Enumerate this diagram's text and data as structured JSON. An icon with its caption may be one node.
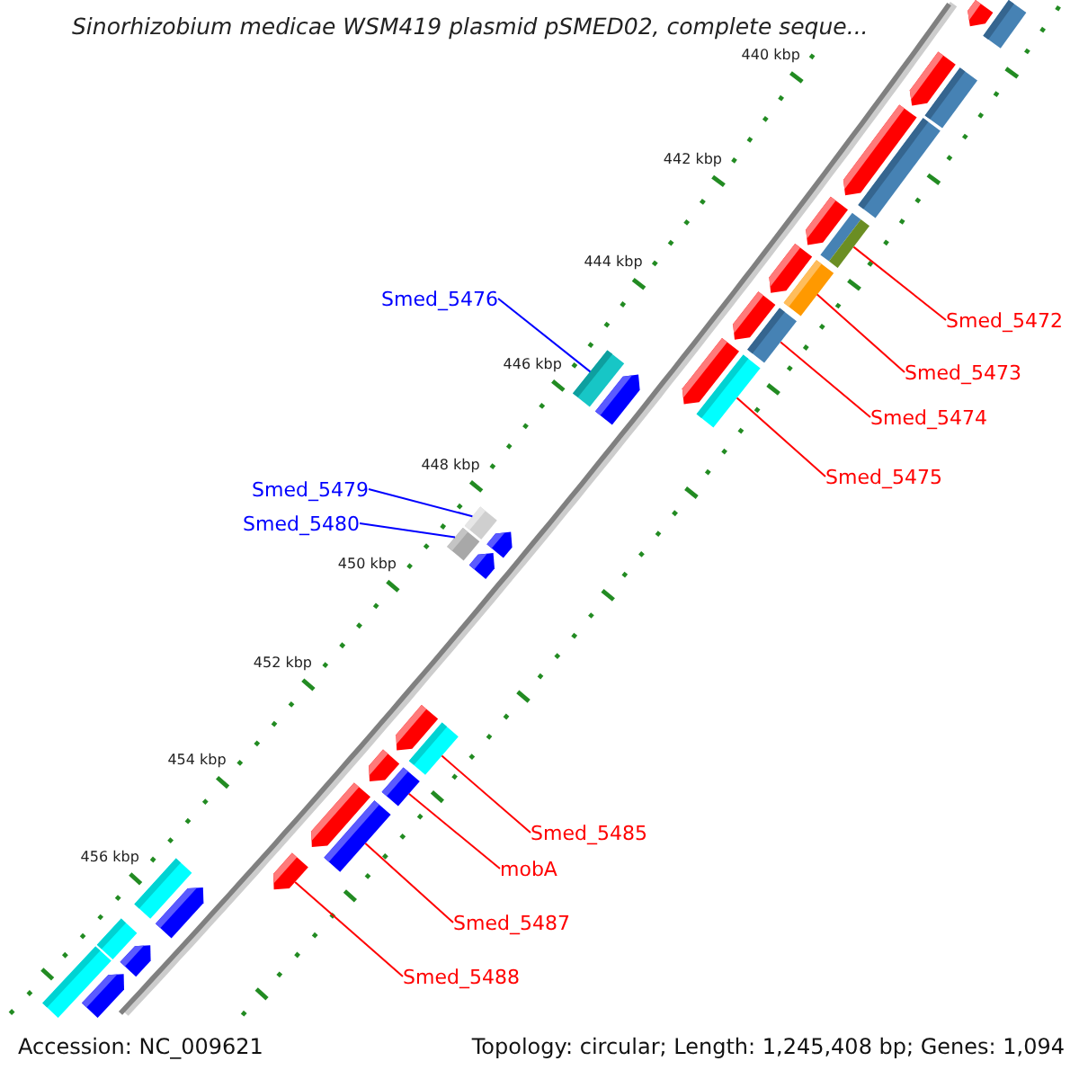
{
  "diagram": {
    "title": "Sinorhizobium medicae WSM419 plasmid pSMED02, complete seque...",
    "nodes": [
      {
        "text": [
          "Smed_5476"
        ]
      },
      {
        "text": [
          "Smed_5472"
        ]
      },
      {
        "text": [
          "Smed_5473"
        ]
      },
      {
        "text": [
          "Smed_5474"
        ]
      },
      {
        "text": [
          "Smed_5479"
        ]
      },
      {
        "text": [
          "Smed_5480"
        ]
      },
      {
        "text": [
          "Smed_5475"
        ]
      },
      {
        "text": [
          "Smed_5485"
        ]
      },
      {
        "text": [
          "mobA"
        ]
      },
      {
        "text": [
          "Smed_5487"
        ]
      },
      {
        "text": [
          "Smed_5488"
        ]
      },
      {
        "text": [],
        "shape": "pentagon"
      },
      {
        "text": [],
        "shape": "bar"
      },
      {
        "text": [],
        "shape": "pentagon"
      },
      {
        "text": [],
        "shape": "bar"
      },
      {
        "text": [],
        "shape": "bar"
      },
      {
        "text": [],
        "shape": "pentagon"
      },
      {
        "text": [],
        "shape": "pentagon"
      },
      {
        "text": [],
        "shape": "bar"
      },
      {
        "text": [],
        "shape": "pentagon"
      },
      {
        "text": [],
        "shape": "bar"
      },
      {
        "text": [],
        "shape": "pentagon"
      },
      {
        "text": [],
        "shape": "bar"
      },
      {
        "text": [],
        "shape": "pentagon"
      },
      {
        "text": [],
        "shape": "bar"
      },
      {
        "text": [],
        "shape": "pentagon"
      },
      {
        "text": [],
        "shape": "bar"
      },
      {
        "text": [],
        "shape": "pentagon"
      },
      {
        "text": [],
        "shape": "bar"
      },
      {
        "text": [],
        "shape": "pentagon"
      },
      {
        "text": [],
        "shape": "bar"
      },
      {
        "text": [],
        "shape": "pentagon"
      },
      {
        "text": [],
        "shape": "bar"
      },
      {
        "text": [],
        "shape": "pentagon"
      },
      {
        "text": [],
        "shape": "bar"
      },
      {
        "text": [],
        "shape": "pentagon"
      },
      {
        "text": [],
        "shape": "bar"
      },
      {
        "text": [],
        "shape": "pentagon"
      },
      {
        "text": [],
        "shape": "bar"
      },
      {
        "text": [],
        "shape": "pentagon"
      },
      {
        "text": [],
        "shape": "bar"
      },
      {
        "text": [],
        "shape": "pentagon"
      },
      {
        "text": [],
        "shape": "bar"
      },
      {
        "text": [],
        "shape": "pentagon"
      }
    ],
    "edges": [
      {
        "from": 0,
        "to": 26,
        "arrow": "none",
        "color": "#0000ff"
      },
      {
        "from": 1,
        "to": 18,
        "arrow": "none"
      },
      {
        "from": 2,
        "to": 20,
        "arrow": "none"
      },
      {
        "from": 3,
        "to": 22,
        "arrow": "none"
      },
      {
        "from": 4,
        "to": 28,
        "arrow": "none",
        "color": "#0000ff"
      },
      {
        "from": 5,
        "to": 30,
        "arrow": "none",
        "color": "#0000ff"
      },
      {
        "from": 6,
        "to": 24,
        "arrow": "none"
      },
      {
        "from": 7,
        "to": 32,
        "arrow": "none"
      },
      {
        "from": 8,
        "to": 34,
        "arrow": "none"
      },
      {
        "from": 9,
        "to": 36,
        "arrow": "none"
      },
      {
        "from": 10,
        "to": 37,
        "arrow": "none"
      }
    ],
    "labels": [
      "440 kbp",
      "442 kbp",
      "444 kbp",
      "446 kbp",
      "448 kbp",
      "450 kbp",
      "452 kbp",
      "454 kbp",
      "456 kbp",
      "Accession: NC_009621",
      "Topology: circular; Length: 1,245,408 bp; Genes: 1,094"
    ]
  }
}
